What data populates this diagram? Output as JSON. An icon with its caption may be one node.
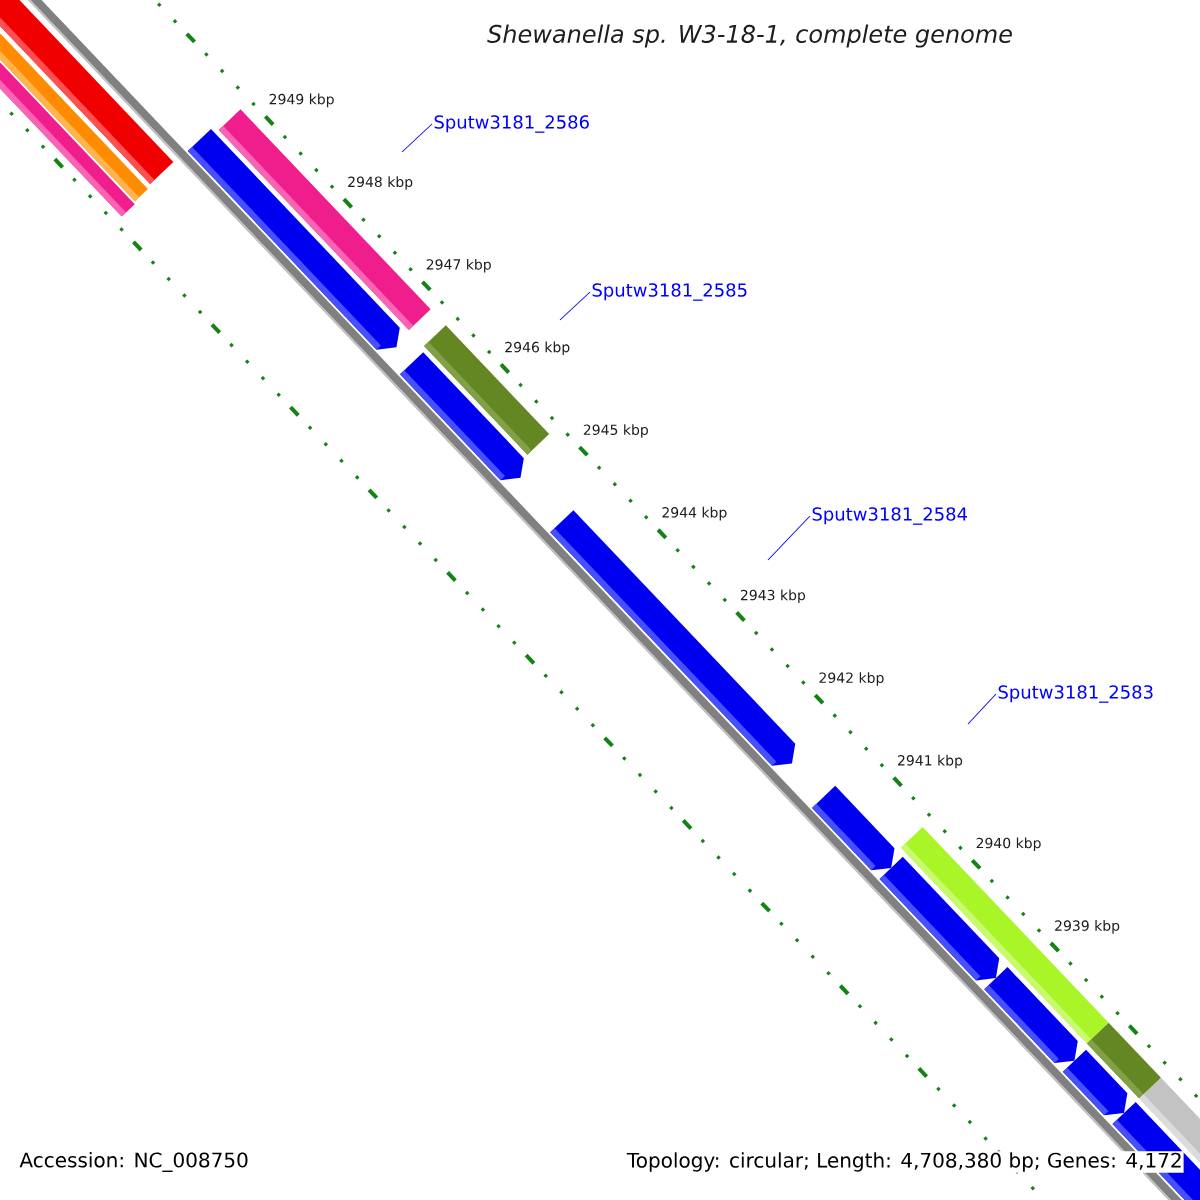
{
  "diagram": {
    "title": "Shewanella sp. W3-18-1, complete genome",
    "nodes": [
      {
        "text": [
          "Sputw3181_2586"
        ]
      },
      {
        "text": [
          "Sputw3181_2585"
        ]
      },
      {
        "text": [
          "Sputw3181_2584"
        ]
      },
      {
        "text": [
          "Sputw3181_2583"
        ]
      }
    ],
    "edges": [
      {
        "from": 0,
        "to": null,
        "arrow": "none"
      },
      {
        "from": 1,
        "to": null,
        "arrow": "none"
      },
      {
        "from": 2,
        "to": null,
        "arrow": "none"
      },
      {
        "from": 3,
        "to": null,
        "arrow": "none"
      }
    ],
    "labels": [
      "2949 kbp",
      "2948 kbp",
      "2947 kbp",
      "2946 kbp",
      "2945 kbp",
      "2944 kbp",
      "2943 kbp",
      "2942 kbp",
      "2941 kbp",
      "2940 kbp",
      "2939 kbp",
      "Accession: NC_008750",
      "Topology: circular; Length: 4,708,380 bp; Genes: 4,172"
    ]
  }
}
